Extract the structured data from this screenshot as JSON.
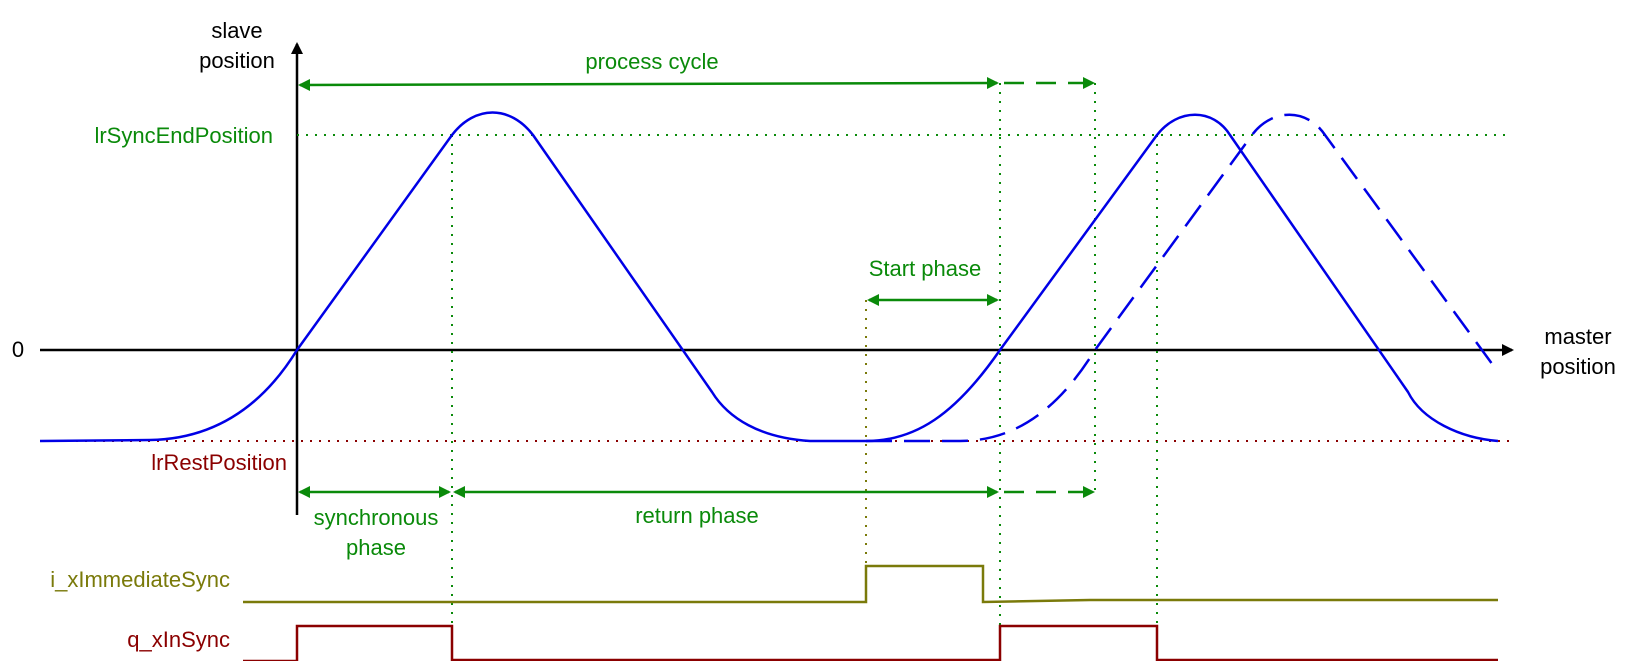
{
  "axes": {
    "y_label_line1": "slave",
    "y_label_line2": "position",
    "x_label_line1": "master",
    "x_label_line2": "position",
    "zero_label": "0"
  },
  "levels": {
    "sync_end": "lrSyncEndPosition",
    "rest": "lrRestPosition"
  },
  "phases": {
    "process_cycle": "process cycle",
    "start_phase": "Start phase",
    "synchronous_line1": "synchronous",
    "synchronous_line2": "phase",
    "return_phase": "return phase"
  },
  "signals": {
    "immediate_sync": "i_xImmediateSync",
    "in_sync": "q_xInSync"
  },
  "colors": {
    "curve": "#0000e6",
    "green": "#0a8a0a",
    "darkred": "#8b0000",
    "olive": "#7a7a0a",
    "axis": "#000000"
  }
}
